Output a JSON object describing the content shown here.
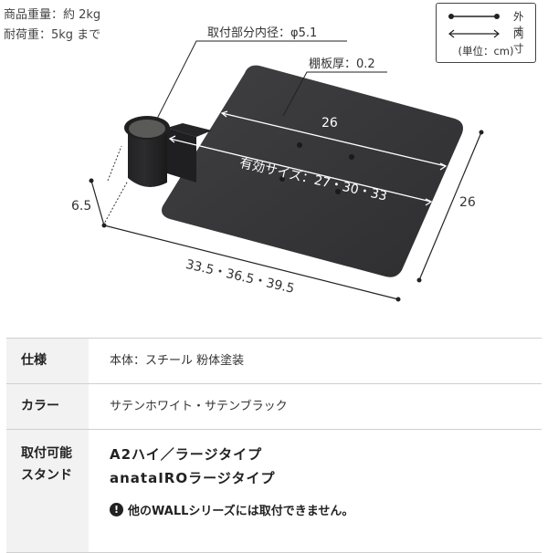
{
  "weight_info": {
    "product_weight": "商品重量：約 2kg",
    "load_capacity": "耐荷重：5kg まで"
  },
  "legend": {
    "outer_label": "外寸",
    "inner_label": "内寸",
    "unit": "(単位：cm)"
  },
  "callouts": {
    "holder_inner_diameter": "取付部分内径：φ5.1",
    "shelf_thickness": "棚板厚：0.2",
    "inner_width": "26",
    "effective_size": "有効サイズ：27・30・33",
    "depth": "26",
    "height": "6.5",
    "outer_widths": "33.5・36.5・39.5"
  },
  "colors": {
    "plate": "#3a3a3c",
    "table_header_bg": "#f2f2f2",
    "border": "#cfcfcf",
    "text": "#333333"
  },
  "spec_table": {
    "rows": [
      {
        "label": "仕様",
        "value": "本体：スチール 粉体塗装"
      },
      {
        "label": "カラー",
        "value": "サテンホワイト・サテンブラック"
      },
      {
        "label_line1": "取付可能",
        "label_line2": "スタンド",
        "stands": [
          "A2ハイ／ラージタイプ",
          "anataIROラージタイプ"
        ],
        "note_icon": "exclamation-icon",
        "note": "他のWALLシリーズには取付できません。"
      }
    ]
  }
}
